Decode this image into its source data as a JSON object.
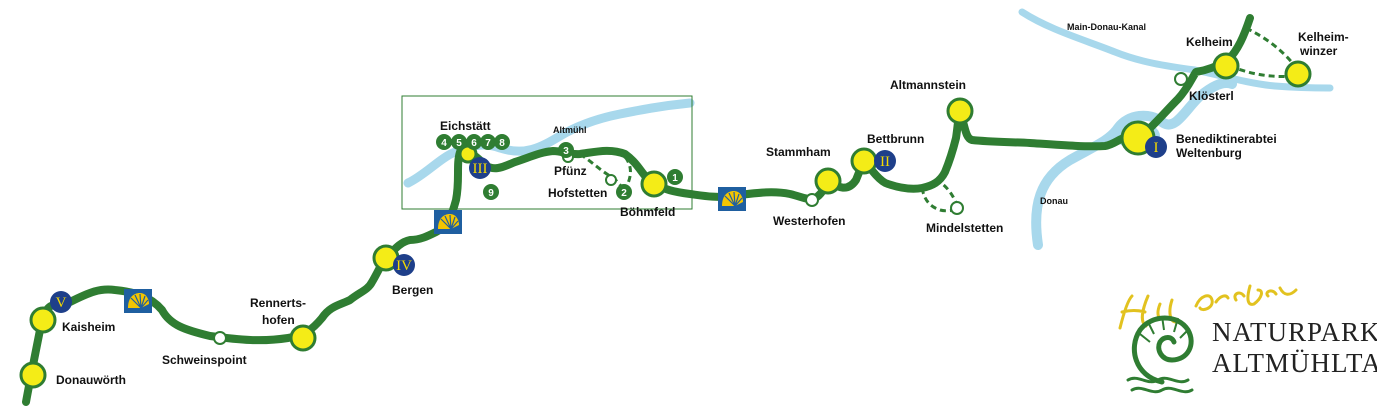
{
  "colors": {
    "route": "#2f7d32",
    "river": "#a8d8ec",
    "stop": "#f4ec17",
    "roman_badge": "#1e3f8a",
    "roman_text": "#f4d900",
    "shell_box": "#1f5fa0",
    "shell": "#f4c500"
  },
  "places": {
    "donauwoerth": "Donauwörth",
    "kaisheim": "Kaisheim",
    "schweinspoint": "Schweinspoint",
    "rennertshofen_1": "Rennerts-",
    "rennertshofen_2": "hofen",
    "bergen": "Bergen",
    "eichstaett": "Eichstätt",
    "altmuehl": "Altmühl",
    "pfuenz": "Pfünz",
    "hofstetten": "Hofstetten",
    "boehmfeld": "Böhmfeld",
    "stammham": "Stammham",
    "westerhofen": "Westerhofen",
    "bettbrunn": "Bettbrunn",
    "mindelstetten": "Mindelstetten",
    "altmannstein": "Altmannstein",
    "donau": "Donau",
    "main_donau_kanal": "Main-Donau-Kanal",
    "kelheim": "Kelheim",
    "kloesterl": "Klösterl",
    "kelheimwinzer_1": "Kelheim-",
    "kelheimwinzer_2": "winzer",
    "weltenburg_1": "Benediktinerabtei",
    "weltenburg_2": "Weltenburg"
  },
  "stage_numbers": [
    "1",
    "2",
    "3",
    "4",
    "5",
    "6",
    "7",
    "8",
    "9"
  ],
  "stage_badges": [
    "I",
    "II",
    "III",
    "IV",
    "V"
  ],
  "logo": {
    "line1": "NATURPARK",
    "line2": "ALTMÜHLTAL"
  },
  "icons": {
    "shell": "scallop-shell-icon",
    "logo_emblem": "ammonite-icon"
  }
}
